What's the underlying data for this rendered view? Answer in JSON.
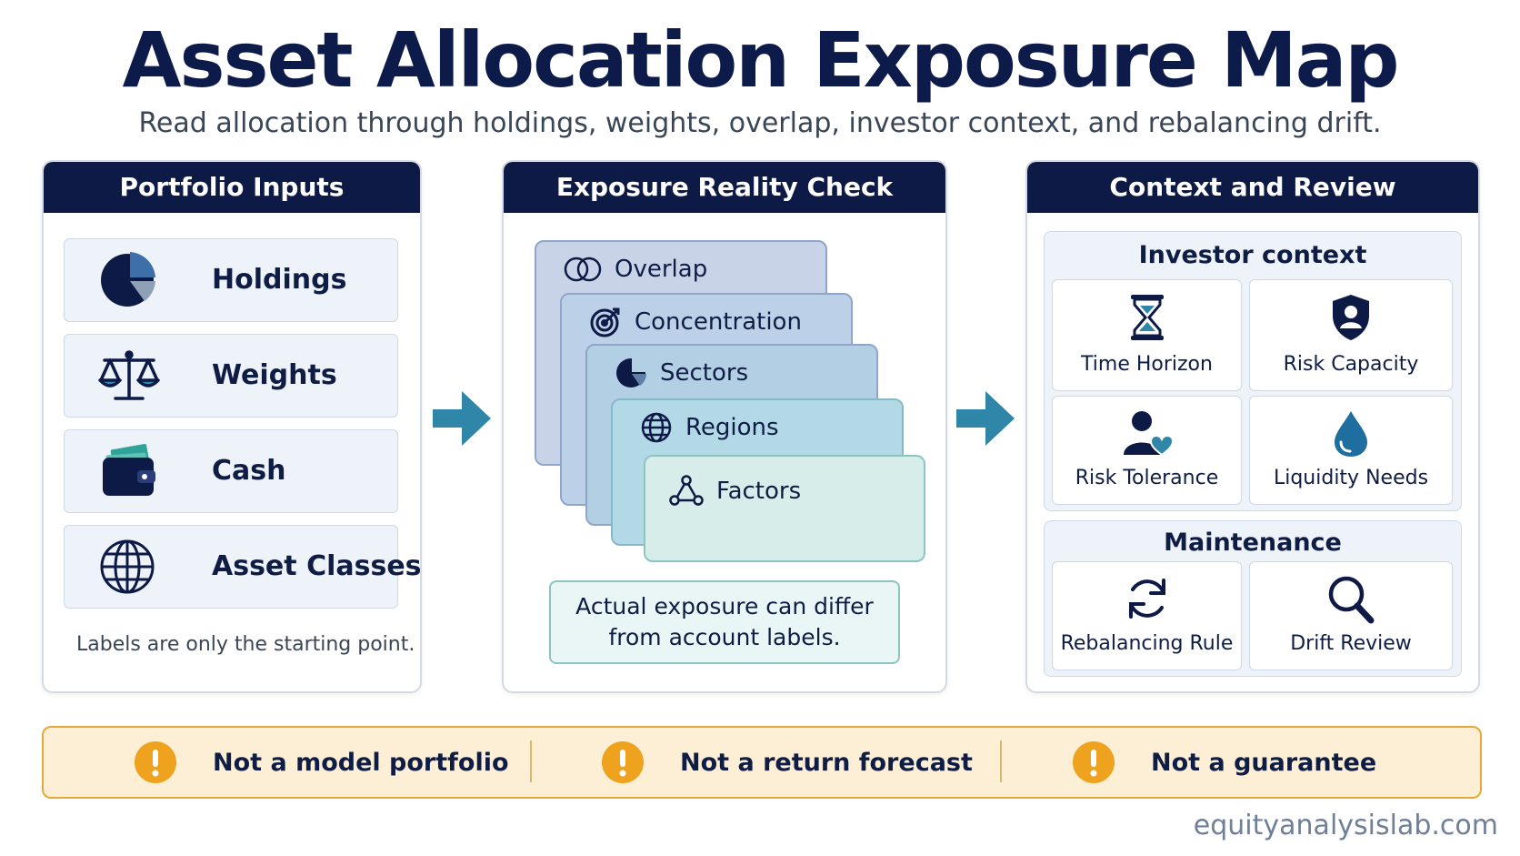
{
  "title": "Asset Allocation Exposure Map",
  "subtitle": "Read allocation through holdings, weights, overlap, investor context, and rebalancing drift.",
  "panels": {
    "inputs": {
      "heading": "Portfolio Inputs",
      "items": [
        {
          "label": "Holdings",
          "icon": "pie-chart-icon"
        },
        {
          "label": "Weights",
          "icon": "scale-icon"
        },
        {
          "label": "Cash",
          "icon": "wallet-icon"
        },
        {
          "label": "Asset Classes",
          "icon": "globe-icon"
        }
      ],
      "note": "Labels are only the starting point."
    },
    "exposure": {
      "heading": "Exposure Reality Check",
      "layers": [
        {
          "label": "Overlap",
          "icon": "overlap-icon"
        },
        {
          "label": "Concentration",
          "icon": "target-icon"
        },
        {
          "label": "Sectors",
          "icon": "pie-chart-icon"
        },
        {
          "label": "Regions",
          "icon": "globe-icon"
        },
        {
          "label": "Factors",
          "icon": "network-icon"
        }
      ],
      "callout_line1": "Actual exposure can differ",
      "callout_line2": "from account labels."
    },
    "context": {
      "heading": "Context and Review",
      "investor_title": "Investor context",
      "investor_tiles": [
        {
          "label": "Time Horizon",
          "icon": "hourglass-icon"
        },
        {
          "label": "Risk Capacity",
          "icon": "shield-user-icon"
        },
        {
          "label": "Risk Tolerance",
          "icon": "user-heart-icon"
        },
        {
          "label": "Liquidity Needs",
          "icon": "droplet-icon"
        }
      ],
      "maintenance_title": "Maintenance",
      "maintenance_tiles": [
        {
          "label": "Rebalancing Rule",
          "icon": "refresh-icon"
        },
        {
          "label": "Drift Review",
          "icon": "magnifier-icon"
        }
      ]
    }
  },
  "disclaimers": [
    "Not a model portfolio",
    "Not a return forecast",
    "Not a guarantee"
  ],
  "footer": "equityanalysislab.com",
  "colors": {
    "navy": "#0e1a46",
    "arrow_teal": "#2f86a8",
    "warning_orange": "#eea21d",
    "warning_bg": "#fcefd6"
  }
}
